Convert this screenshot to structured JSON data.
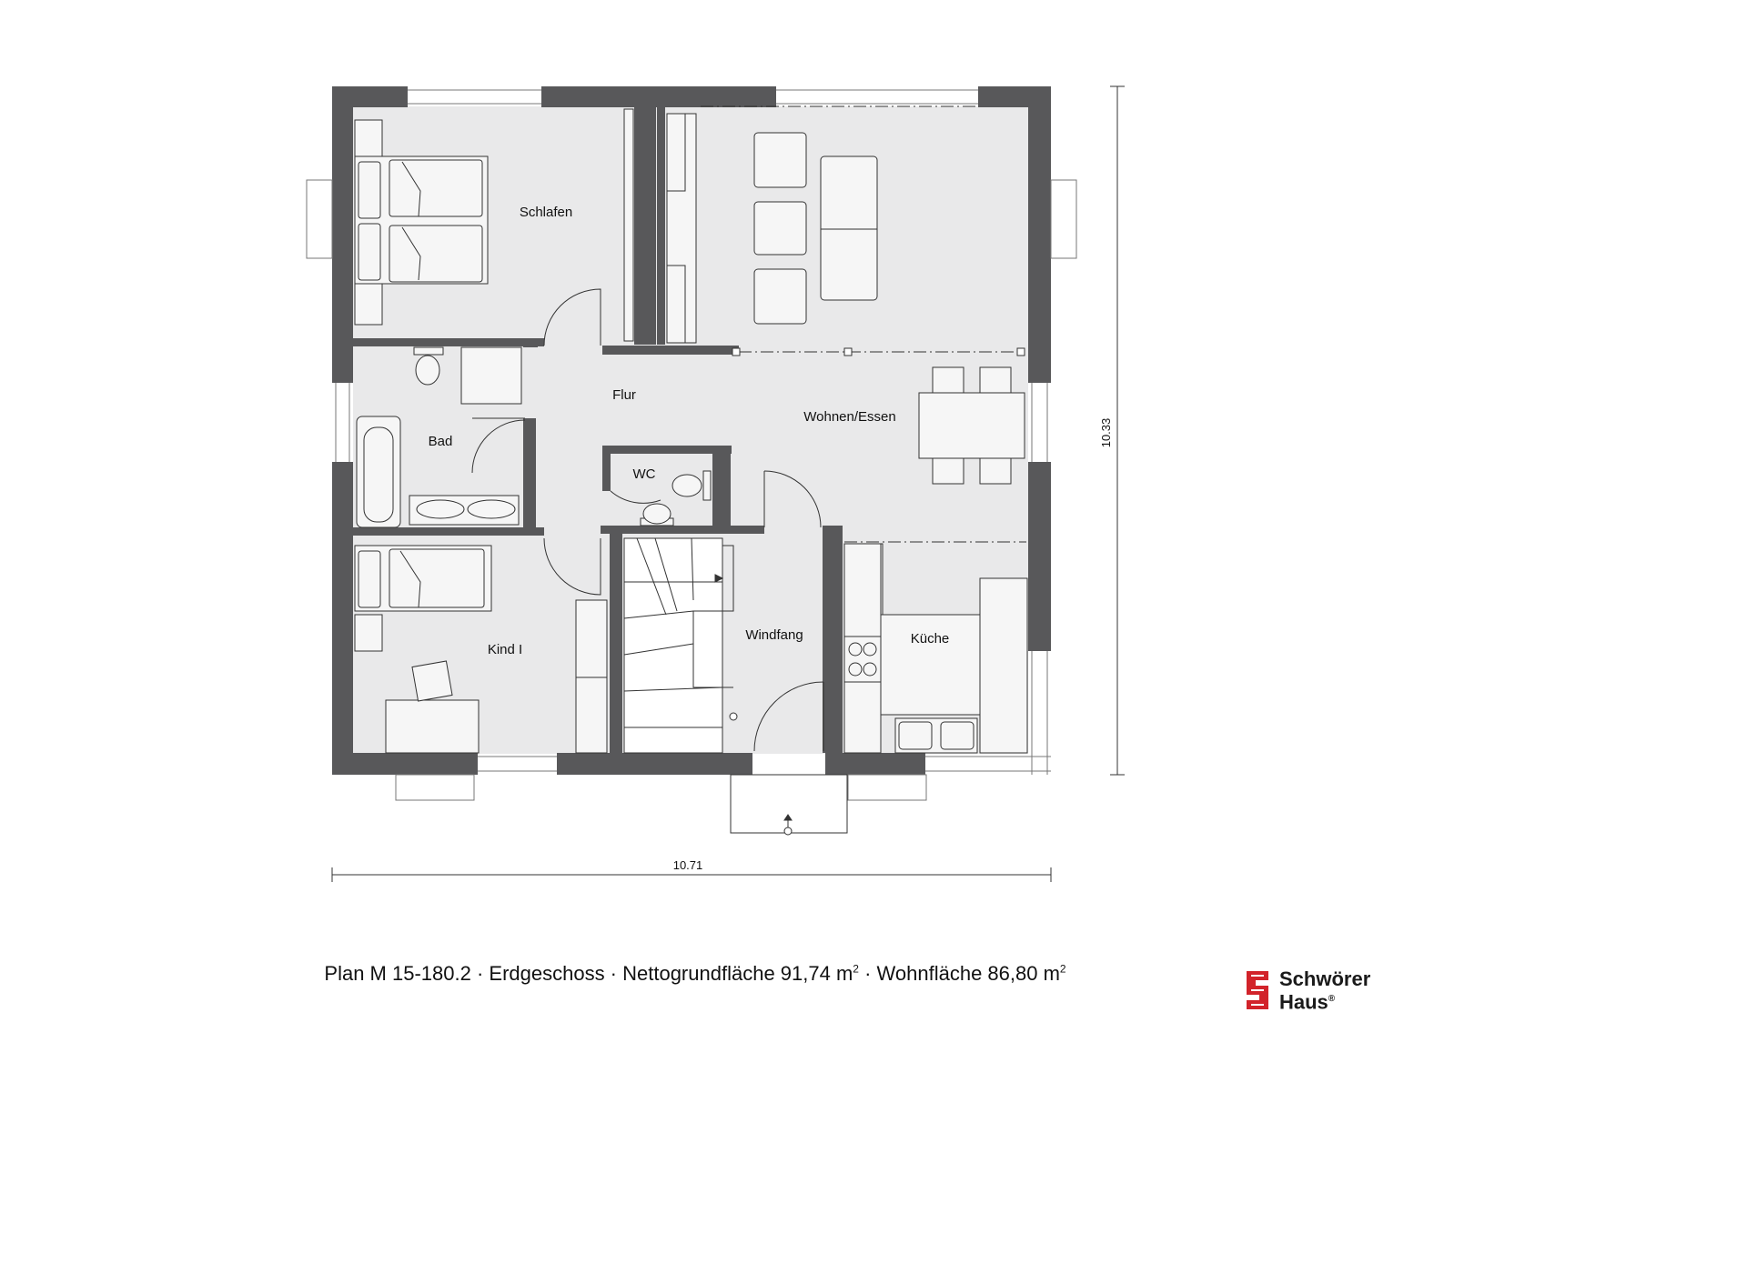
{
  "rooms": {
    "schlafen": "Schlafen",
    "flur": "Flur",
    "wohnen_essen": "Wohnen/Essen",
    "bad": "Bad",
    "wc": "WC",
    "kind": "Kind I",
    "windfang": "Windfang",
    "kueche": "Küche"
  },
  "dimensions": {
    "width": "10.71",
    "depth": "10.33"
  },
  "caption": {
    "part1": "Plan M 15-180.2 · Erdgeschoss · Nettogrundfläche 91,74 m",
    "sup1": "2",
    "part2": " · Wohnfläche 86,80 m",
    "sup2": "2"
  },
  "logo": {
    "line1": "Schwörer",
    "line2": "Haus",
    "mark": "®"
  },
  "colors": {
    "wall": "#58585a",
    "floor": "#e9e9ea",
    "line": "#333333",
    "logo_red": "#d2232a"
  }
}
